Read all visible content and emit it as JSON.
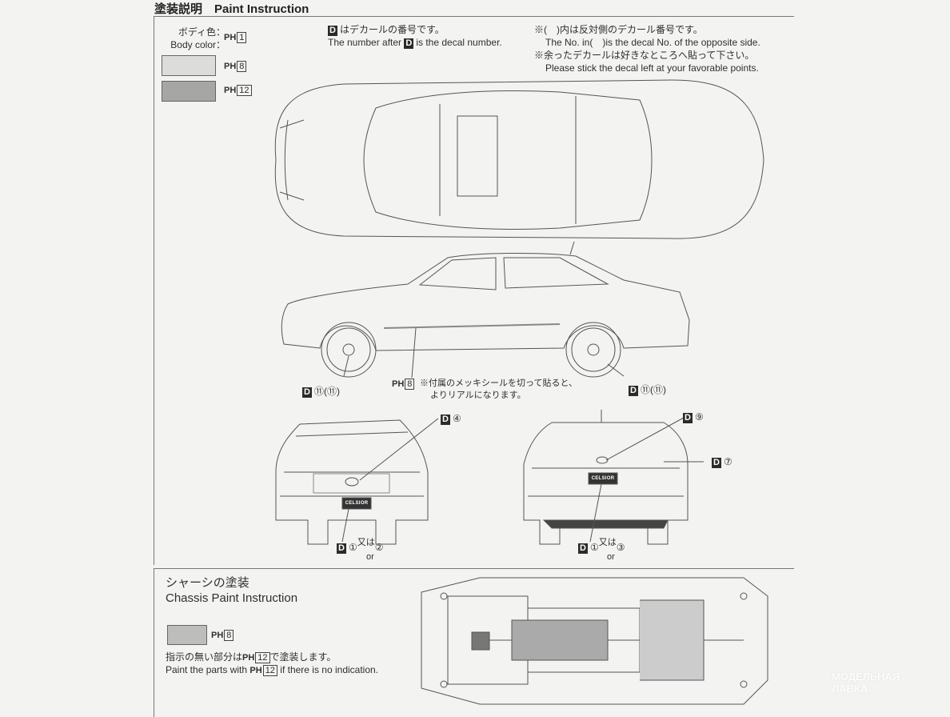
{
  "header": {
    "title": "塗装説明　Paint Instruction"
  },
  "body_color": {
    "label_jp": "ボディ色：",
    "label_en": "Body color：",
    "paint_prefix": "PH",
    "paint_main": "1",
    "swatches": [
      {
        "color": "#dcdcda",
        "paint": "8"
      },
      {
        "color": "#a6a6a4",
        "paint": "12"
      }
    ]
  },
  "notes": {
    "decal_jp": "はデカールの番号です。",
    "decal_en_before": "The number after",
    "decal_en_after": "is the decal number.",
    "decal_letter": "D",
    "opposite_jp": "※(　)内は反対側のデカール番号です。",
    "opposite_en": "The No. in(　)is the decal No. of the opposite side.",
    "leftover_jp": "※余ったデカールは好きなところへ貼って下さい。",
    "leftover_en": "Please stick the decal left at your favorable points."
  },
  "side_view": {
    "wheel_decal_left": "⑪(⑪)",
    "wheel_decal_right": "⑪(⑪)",
    "trim_paint": "8",
    "trim_note_1": "※付属のメッキシールを切って貼ると、",
    "trim_note_2": "よりリアルになります。"
  },
  "front_view": {
    "emblem_decal": "④",
    "plate_decal_a": "①",
    "or_jp": "又は",
    "or_en": "or",
    "plate_decal_b": "②",
    "plate_text": "CELSIOR"
  },
  "rear_view": {
    "emblem_decal": "⑨",
    "badge_decal": "⑦",
    "plate_decal_a": "①",
    "or_jp": "又は",
    "or_en": "or",
    "plate_decal_b": "③",
    "plate_text": "CELSIOR"
  },
  "chassis": {
    "title_jp": "シャーシの塗装",
    "title_en": "Chassis Paint Instruction",
    "swatch_color": "#bdbdbb",
    "swatch_paint": "8",
    "note_jp_before": "指示の無い部分は",
    "note_jp_after": "で塗装します。",
    "note_en_before": "Paint the parts with",
    "note_en_after": "if there is no indication.",
    "default_paint": "12"
  },
  "watermark": {
    "line1": "МОДЕЛЬНАЯ",
    "line2": "ЛАВКА"
  }
}
